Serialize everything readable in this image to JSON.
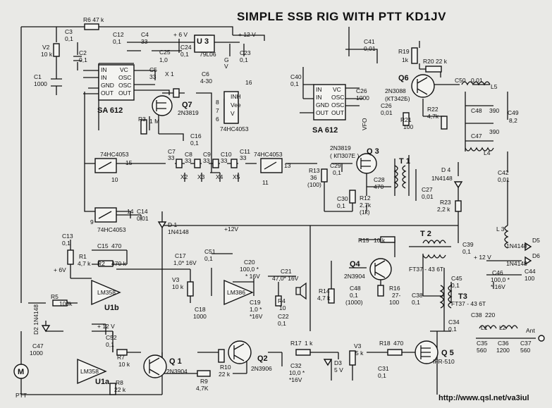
{
  "title": "SIMPLE SSB RIG  WITH PTT KD1JV",
  "footer": "http://www.qsl.net/va3iul",
  "ics": [
    {
      "id": "sa612-left",
      "label": "SA 612",
      "pins": [
        "IN",
        "IN",
        "GND",
        "OUT"
      ],
      "pins_r": [
        "VC",
        "OSC",
        "OSC",
        "OUT"
      ]
    },
    {
      "id": "sa612-right",
      "label": "SA 612",
      "pins": [
        "IN",
        "IN",
        "GND",
        "OUT"
      ],
      "pins_r": [
        "VC",
        "OSC",
        "OSC",
        "OUT"
      ]
    },
    {
      "id": "u3",
      "label": "U 3",
      "sub": "79L06"
    },
    {
      "id": "cd4053-top",
      "label": "74HC4053",
      "pins": [
        "INH",
        "Vee",
        "V"
      ],
      "p16": "16",
      "p8": "8",
      "p7": "7",
      "p6": "6"
    },
    {
      "id": "sw1",
      "label": "74HC4053",
      "p15": "15",
      "p10": "10"
    },
    {
      "id": "sw2",
      "label": "74HC4053",
      "p13": "13",
      "p11": "11"
    },
    {
      "id": "sw3",
      "label": "74HC4053",
      "p14": "14",
      "p9": "9"
    },
    {
      "id": "u1b",
      "label": "LM358",
      "sub": "U1b"
    },
    {
      "id": "u1a",
      "label": "LM358",
      "sub": "U1a"
    },
    {
      "id": "lm386",
      "label": "LM386"
    }
  ],
  "transistors": [
    {
      "id": "q7",
      "name": "Q7",
      "type": "2N3819"
    },
    {
      "id": "q6",
      "name": "Q6",
      "type": "2N3088",
      "alt": "(КТ342Б)"
    },
    {
      "id": "q3",
      "name": "Q 3",
      "type": "2N3819",
      "alt": "( КП307Е )"
    },
    {
      "id": "q4",
      "name": "Q4",
      "type": "2N3904"
    },
    {
      "id": "q1",
      "name": "Q 1",
      "type": "2N3904"
    },
    {
      "id": "q2",
      "name": "Q2",
      "type": "2N3906"
    },
    {
      "id": "q5",
      "name": "Q 5",
      "type": "IFR-510"
    }
  ],
  "labels": [
    {
      "id": "r6",
      "t": "R6  47 k"
    },
    {
      "id": "c3",
      "t": "C3"
    },
    {
      "id": "c3v",
      "t": "0,1"
    },
    {
      "id": "v2",
      "t": "V2"
    },
    {
      "id": "v2v",
      "t": "10 k"
    },
    {
      "id": "c2",
      "t": "C2"
    },
    {
      "id": "c2v",
      "t": "0,1"
    },
    {
      "id": "c1",
      "t": "C1"
    },
    {
      "id": "c1v",
      "t": "1000"
    },
    {
      "id": "c12",
      "t": "C12"
    },
    {
      "id": "c12v",
      "t": "0,1"
    },
    {
      "id": "c4",
      "t": "C4"
    },
    {
      "id": "c4v",
      "t": "33"
    },
    {
      "id": "p6v",
      "t": "+ 6 V"
    },
    {
      "id": "c25",
      "t": "C25"
    },
    {
      "id": "c25v",
      "t": "1,0"
    },
    {
      "id": "c24",
      "t": "C24"
    },
    {
      "id": "c24v",
      "t": "0,1"
    },
    {
      "id": "p12v",
      "t": "+ 12 V"
    },
    {
      "id": "c23",
      "t": "C23"
    },
    {
      "id": "c23v",
      "t": "0,1"
    },
    {
      "id": "gv",
      "t": "G"
    },
    {
      "id": "vv",
      "t": "V"
    },
    {
      "id": "c5",
      "t": "C5"
    },
    {
      "id": "c5v",
      "t": "33"
    },
    {
      "id": "x1",
      "t": "X 1"
    },
    {
      "id": "c6",
      "t": "C6"
    },
    {
      "id": "c6v",
      "t": "4-30"
    },
    {
      "id": "r3",
      "t": "R3"
    },
    {
      "id": "r3v",
      "t": "1 M"
    },
    {
      "id": "c16",
      "t": "C16"
    },
    {
      "id": "c16v",
      "t": "0,1"
    },
    {
      "id": "c41",
      "t": "C41"
    },
    {
      "id": "c41v",
      "t": "0,01"
    },
    {
      "id": "r19",
      "t": "R19"
    },
    {
      "id": "r19v",
      "t": "1k"
    },
    {
      "id": "r20",
      "t": "R20  22 k"
    },
    {
      "id": "c40",
      "t": "C40"
    },
    {
      "id": "c40v",
      "t": "0,1"
    },
    {
      "id": "c26",
      "t": "C26"
    },
    {
      "id": "c26v",
      "t": "1000"
    },
    {
      "id": "c26b",
      "t": "C26"
    },
    {
      "id": "c26bv",
      "t": "0,01"
    },
    {
      "id": "vfo",
      "t": "VFO"
    },
    {
      "id": "r21",
      "t": "R21"
    },
    {
      "id": "r21v",
      "t": "100"
    },
    {
      "id": "r22",
      "t": "R22"
    },
    {
      "id": "r22v",
      "t": "4,7k"
    },
    {
      "id": "c50",
      "t": "C50"
    },
    {
      "id": "c50v",
      "t": "0,01"
    },
    {
      "id": "l5",
      "t": "L5"
    },
    {
      "id": "c48",
      "t": "C48"
    },
    {
      "id": "c48v",
      "t": "390"
    },
    {
      "id": "c49",
      "t": "C49"
    },
    {
      "id": "c49v",
      "t": "8,2"
    },
    {
      "id": "c47b",
      "t": "C47"
    },
    {
      "id": "c47bv",
      "t": "390"
    },
    {
      "id": "l4",
      "t": "L4"
    },
    {
      "id": "c7",
      "t": "C7"
    },
    {
      "id": "c7v",
      "t": "33"
    },
    {
      "id": "c8",
      "t": "C8"
    },
    {
      "id": "c8v",
      "t": "33"
    },
    {
      "id": "c9",
      "t": "C9"
    },
    {
      "id": "c9v",
      "t": "33"
    },
    {
      "id": "c10",
      "t": "C10"
    },
    {
      "id": "c10v",
      "t": "33"
    },
    {
      "id": "c11",
      "t": "C11"
    },
    {
      "id": "c11v",
      "t": "33"
    },
    {
      "id": "x2",
      "t": "X2"
    },
    {
      "id": "x3",
      "t": "X3"
    },
    {
      "id": "x4",
      "t": "X4"
    },
    {
      "id": "x5",
      "t": "X5"
    },
    {
      "id": "r13",
      "t": "R13"
    },
    {
      "id": "r13v",
      "t": "36"
    },
    {
      "id": "r13w",
      "t": "(100)"
    },
    {
      "id": "c29",
      "t": "C29"
    },
    {
      "id": "c29v",
      "t": "0,1"
    },
    {
      "id": "t1",
      "t": "T 1"
    },
    {
      "id": "c28",
      "t": "C28"
    },
    {
      "id": "c28v",
      "t": "470"
    },
    {
      "id": "c27",
      "t": "C27"
    },
    {
      "id": "c27v",
      "t": "0,01"
    },
    {
      "id": "d4",
      "t": "D 4"
    },
    {
      "id": "d4v",
      "t": "1N4148"
    },
    {
      "id": "c42",
      "t": "C42"
    },
    {
      "id": "c42v",
      "t": "0,01"
    },
    {
      "id": "c30",
      "t": "C30"
    },
    {
      "id": "c30v",
      "t": "0,1"
    },
    {
      "id": "r12",
      "t": "R12"
    },
    {
      "id": "r12v",
      "t": "2,7k"
    },
    {
      "id": "r12w",
      "t": "(1k)"
    },
    {
      "id": "r23",
      "t": "R23"
    },
    {
      "id": "r23v",
      "t": "2,2 k"
    },
    {
      "id": "c14",
      "t": "C14"
    },
    {
      "id": "c14v",
      "t": "0,01"
    },
    {
      "id": "d1",
      "t": "D 1"
    },
    {
      "id": "d1v",
      "t": "1N4148"
    },
    {
      "id": "l3",
      "t": "L 3"
    },
    {
      "id": "d5",
      "t": "1N4148"
    },
    {
      "id": "d5n",
      "t": "D5"
    },
    {
      "id": "d6",
      "t": "1N4148"
    },
    {
      "id": "d6n",
      "t": "D6"
    },
    {
      "id": "c44",
      "t": "C44"
    },
    {
      "id": "c44v",
      "t": "100"
    },
    {
      "id": "c13",
      "t": "C13"
    },
    {
      "id": "c13v",
      "t": "0,1"
    },
    {
      "id": "p12a",
      "t": "+12V"
    },
    {
      "id": "t2",
      "t": "T 2"
    },
    {
      "id": "r15",
      "t": "R15"
    },
    {
      "id": "r15v",
      "t": "10 k"
    },
    {
      "id": "c39",
      "t": "C39"
    },
    {
      "id": "c39v",
      "t": "0,1"
    },
    {
      "id": "r1",
      "t": "R1"
    },
    {
      "id": "r1v",
      "t": "4,7 k"
    },
    {
      "id": "c15",
      "t": "C15"
    },
    {
      "id": "c15v",
      "t": "470"
    },
    {
      "id": "r2",
      "t": "R2"
    },
    {
      "id": "r2v",
      "t": "470 k"
    },
    {
      "id": "c17",
      "t": "C17"
    },
    {
      "id": "c17v",
      "t": "1,0* 16V"
    },
    {
      "id": "c51",
      "t": "C51"
    },
    {
      "id": "c51v",
      "t": "0,1"
    },
    {
      "id": "c20",
      "t": "C20"
    },
    {
      "id": "c20v",
      "t": "100,0 *"
    },
    {
      "id": "c20w",
      "t": "* 16V"
    },
    {
      "id": "c21",
      "t": "C21"
    },
    {
      "id": "c21v",
      "t": "47,0* 16V"
    },
    {
      "id": "ft1",
      "t": "FT37 - 43  6T"
    },
    {
      "id": "p12b",
      "t": "+ 12 V"
    },
    {
      "id": "c46",
      "t": "C46"
    },
    {
      "id": "c46v",
      "t": "100,0 *"
    },
    {
      "id": "c46w",
      "t": "* 16V"
    },
    {
      "id": "p6vb",
      "t": "+ 6V"
    },
    {
      "id": "v3a",
      "t": "V3"
    },
    {
      "id": "v3av",
      "t": "10 k"
    },
    {
      "id": "c19",
      "t": "C19"
    },
    {
      "id": "c19v",
      "t": "1,0 *"
    },
    {
      "id": "c19w",
      "t": "*16V"
    },
    {
      "id": "c48b",
      "t": "C48"
    },
    {
      "id": "c48bv",
      "t": "0,1"
    },
    {
      "id": "c48bw",
      "t": "(1000)"
    },
    {
      "id": "r16",
      "t": "R16"
    },
    {
      "id": "r16v",
      "t": "27-"
    },
    {
      "id": "r16w",
      "t": "100"
    },
    {
      "id": "c45",
      "t": "C45"
    },
    {
      "id": "c45v",
      "t": "0,1"
    },
    {
      "id": "c38",
      "t": "C38"
    },
    {
      "id": "c38v",
      "t": "0,1"
    },
    {
      "id": "ft2",
      "t": "FT37 - 43  6T"
    },
    {
      "id": "t3",
      "t": "T3"
    },
    {
      "id": "c18",
      "t": "C18"
    },
    {
      "id": "c18v",
      "t": "1000"
    },
    {
      "id": "r4",
      "t": "R4"
    },
    {
      "id": "r4v",
      "t": "10"
    },
    {
      "id": "c22",
      "t": "C22"
    },
    {
      "id": "c22v",
      "t": "0,1"
    },
    {
      "id": "r14",
      "t": "R14"
    },
    {
      "id": "r14v",
      "t": "4,7 k"
    },
    {
      "id": "r5",
      "t": "R5"
    },
    {
      "id": "r5v",
      "t": "100k"
    },
    {
      "id": "d2",
      "t": "D2  1N4148"
    },
    {
      "id": "c34",
      "t": "C34"
    },
    {
      "id": "c34v",
      "t": "0,1"
    },
    {
      "id": "c38b",
      "t": "C38"
    },
    {
      "id": "c38bv",
      "t": "220"
    },
    {
      "id": "l1",
      "t": "L1"
    },
    {
      "id": "l2",
      "t": "L2"
    },
    {
      "id": "ant",
      "t": "Ant"
    },
    {
      "id": "c35",
      "t": "C35"
    },
    {
      "id": "c35v",
      "t": "560"
    },
    {
      "id": "c36",
      "t": "C36"
    },
    {
      "id": "c36v",
      "t": "1200"
    },
    {
      "id": "c37",
      "t": "C37"
    },
    {
      "id": "c37v",
      "t": "560"
    },
    {
      "id": "c47",
      "t": "C47"
    },
    {
      "id": "c47v",
      "t": "1000"
    },
    {
      "id": "c52",
      "t": "C52"
    },
    {
      "id": "c52v",
      "t": "0,1"
    },
    {
      "id": "r7",
      "t": "R7"
    },
    {
      "id": "r7v",
      "t": "10 k"
    },
    {
      "id": "r8",
      "t": "R8"
    },
    {
      "id": "r8v",
      "t": "22 k"
    },
    {
      "id": "r9",
      "t": "R9"
    },
    {
      "id": "r9v",
      "t": "4,7K"
    },
    {
      "id": "r10",
      "t": "R10"
    },
    {
      "id": "r10v",
      "t": "22 k"
    },
    {
      "id": "r17",
      "t": "R17"
    },
    {
      "id": "r17v",
      "t": "1 k"
    },
    {
      "id": "v3b",
      "t": "V3"
    },
    {
      "id": "v3bv",
      "t": "5 k"
    },
    {
      "id": "r18",
      "t": "R18"
    },
    {
      "id": "r18v",
      "t": "470"
    },
    {
      "id": "c32",
      "t": "C32"
    },
    {
      "id": "c32v",
      "t": "10,0 *"
    },
    {
      "id": "c32w",
      "t": "*16V"
    },
    {
      "id": "d3",
      "t": "D3"
    },
    {
      "id": "d3v",
      "t": "5 V"
    },
    {
      "id": "c31",
      "t": "C31"
    },
    {
      "id": "c31v",
      "t": "0,1"
    },
    {
      "id": "p12c",
      "t": "+ 12 V"
    },
    {
      "id": "ptt",
      "t": "PTT"
    },
    {
      "id": "m",
      "t": "M"
    }
  ]
}
